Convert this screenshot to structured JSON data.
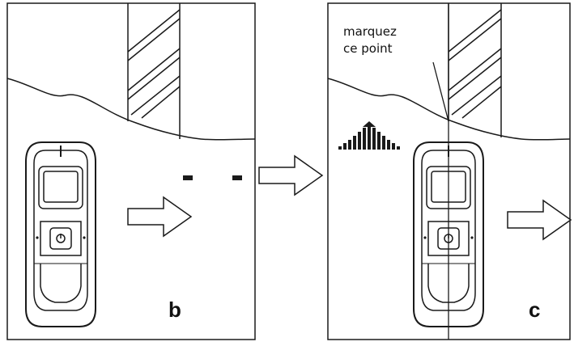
{
  "figure": {
    "panels": [
      {
        "id": "b",
        "letter": "b"
      },
      {
        "id": "c",
        "letter": "c"
      }
    ],
    "callout": {
      "line1": "marquez",
      "line2": "ce point"
    },
    "colors": {
      "stroke": "#1a1a1a",
      "background": "#ffffff",
      "indicator": "#1a1a1a"
    }
  }
}
